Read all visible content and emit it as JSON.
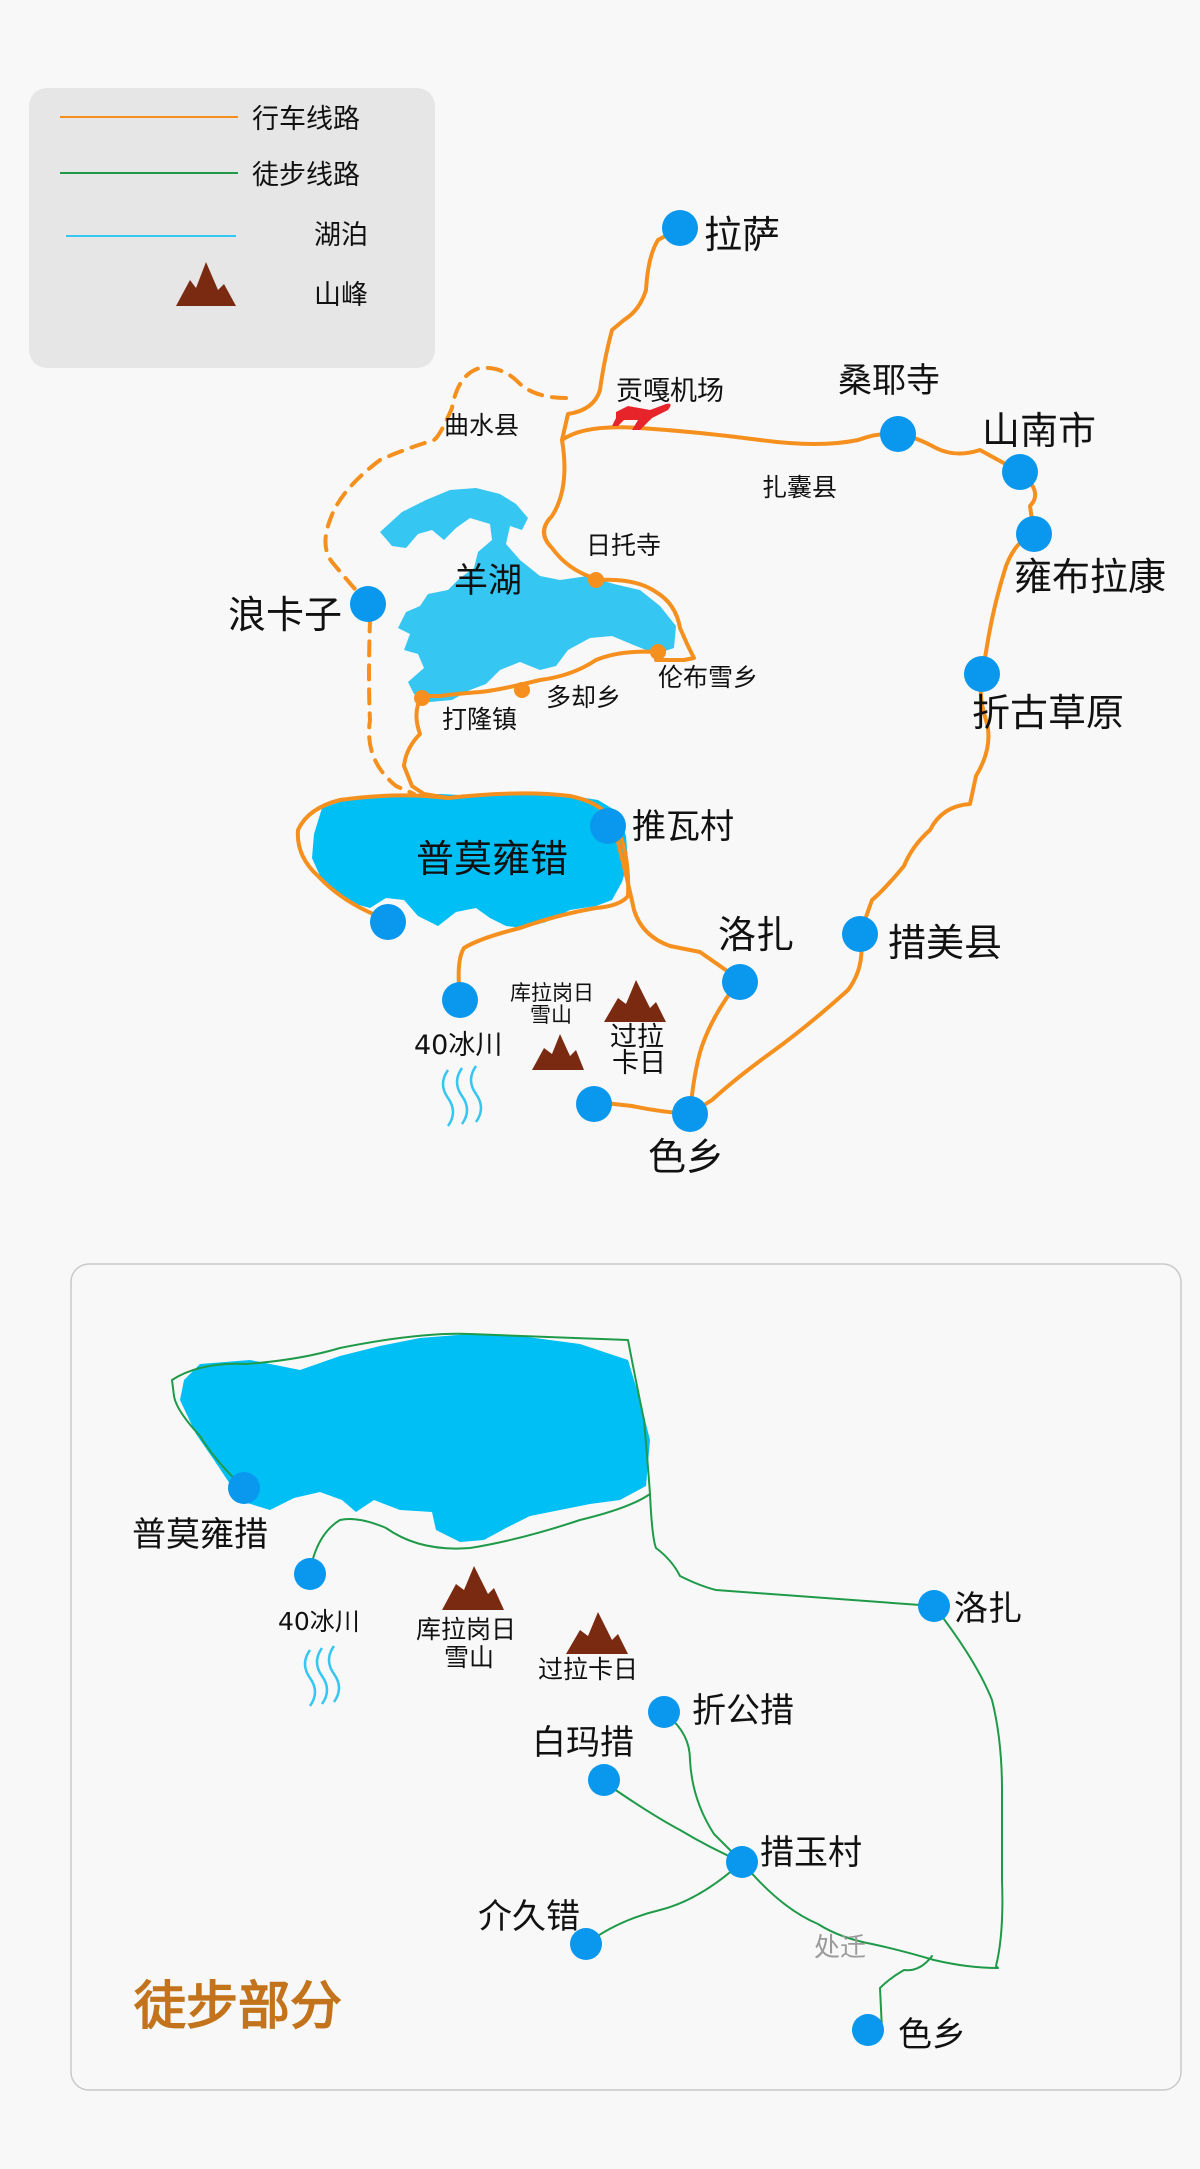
{
  "colors": {
    "road": "#f5901e",
    "trek": "#1f9a48",
    "lake": "#35c6f2",
    "lake_main": "#00bff5",
    "dot": "#0a97ee",
    "peak": "#7a2a10",
    "airport": "#e8242b",
    "title": "#c2731b"
  },
  "legend": {
    "road": {
      "label": "行车线路",
      "icon": "orange-line"
    },
    "trek": {
      "label": "徒步线路",
      "icon": "green-line"
    },
    "lake": {
      "label": "湖泊",
      "icon": "blue-line"
    },
    "peak": {
      "label": "山峰",
      "icon": "mountain-icon"
    }
  },
  "top_map": {
    "places": {
      "lhasa": "拉萨",
      "gongga_airport": "贡嘎机场",
      "qushui": "曲水县",
      "samye": "桑耶寺",
      "shannan": "山南市",
      "zhanang": "扎囊县",
      "yongbulakang": "雍布拉康",
      "yamdrok": "羊湖",
      "rituo": "日托寺",
      "langkazi": "浪卡子",
      "lunbu": "伦布雪乡",
      "duoque": "多却乡",
      "dalong": "打隆镇",
      "zhegu": "折古草原",
      "tuiwa": "推瓦村",
      "puma": "普莫雍错",
      "luozha": "洛扎",
      "cuomei": "措美县",
      "kula_line1": "库拉岗日",
      "kula_line2": "雪山",
      "guola_line1": "过拉",
      "guola_line2": "卡日",
      "glacier40": "40冰川",
      "sexiang": "色乡"
    }
  },
  "trek_map": {
    "title": "徒步部分",
    "places": {
      "puma": "普莫雍措",
      "glacier40": "40冰川",
      "kula_line1": "库拉岗日",
      "kula_line2": "雪山",
      "guola": "过拉卡日",
      "luozha": "洛扎",
      "zhegong": "折公措",
      "baima": "白玛措",
      "cuoyu": "措玉村",
      "jiejiu": "介久错",
      "chuqian": "处迁",
      "sexiang": "色乡"
    }
  }
}
